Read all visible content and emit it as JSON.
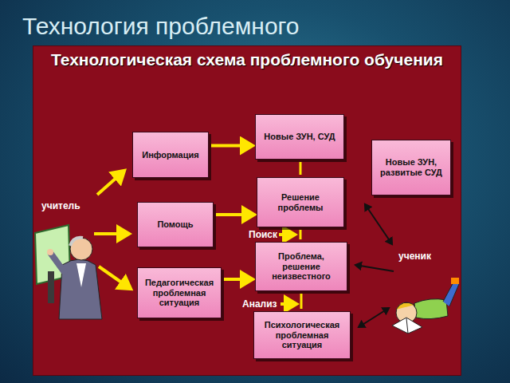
{
  "diagram": {
    "title": "Технологическая схема проблемного обучения",
    "nodes": [
      {
        "text": [
          "Информация"
        ]
      },
      {
        "text": [
          "Новые ЗУН, СУД"
        ]
      },
      {
        "text": [
          "Новые ЗУН, развитые СУД"
        ]
      },
      {
        "text": [
          "Решение проблемы"
        ]
      },
      {
        "text": [
          "Помощь"
        ]
      },
      {
        "text": [
          "Проблема, решение неизвестного"
        ]
      },
      {
        "text": [
          "Педагогическая проблемная ситуация"
        ]
      },
      {
        "text": [
          "Психологическая проблемная ситуация"
        ]
      }
    ],
    "edges": [
      {
        "from": 0,
        "to": 1,
        "arrow": "to"
      },
      {
        "from": 4,
        "to": 3,
        "arrow": "to"
      },
      {
        "from": 6,
        "to": 5,
        "arrow": "to"
      },
      {
        "from": 7,
        "to": 5,
        "arrow": "none"
      },
      {
        "from": 5,
        "to": 3,
        "arrow": "none"
      },
      {
        "from": 3,
        "to": 1,
        "arrow": "none"
      }
    ],
    "labels": [
      "Технология проблемного",
      "учитель",
      "ученик",
      "Поиск",
      "Анализ"
    ]
  }
}
